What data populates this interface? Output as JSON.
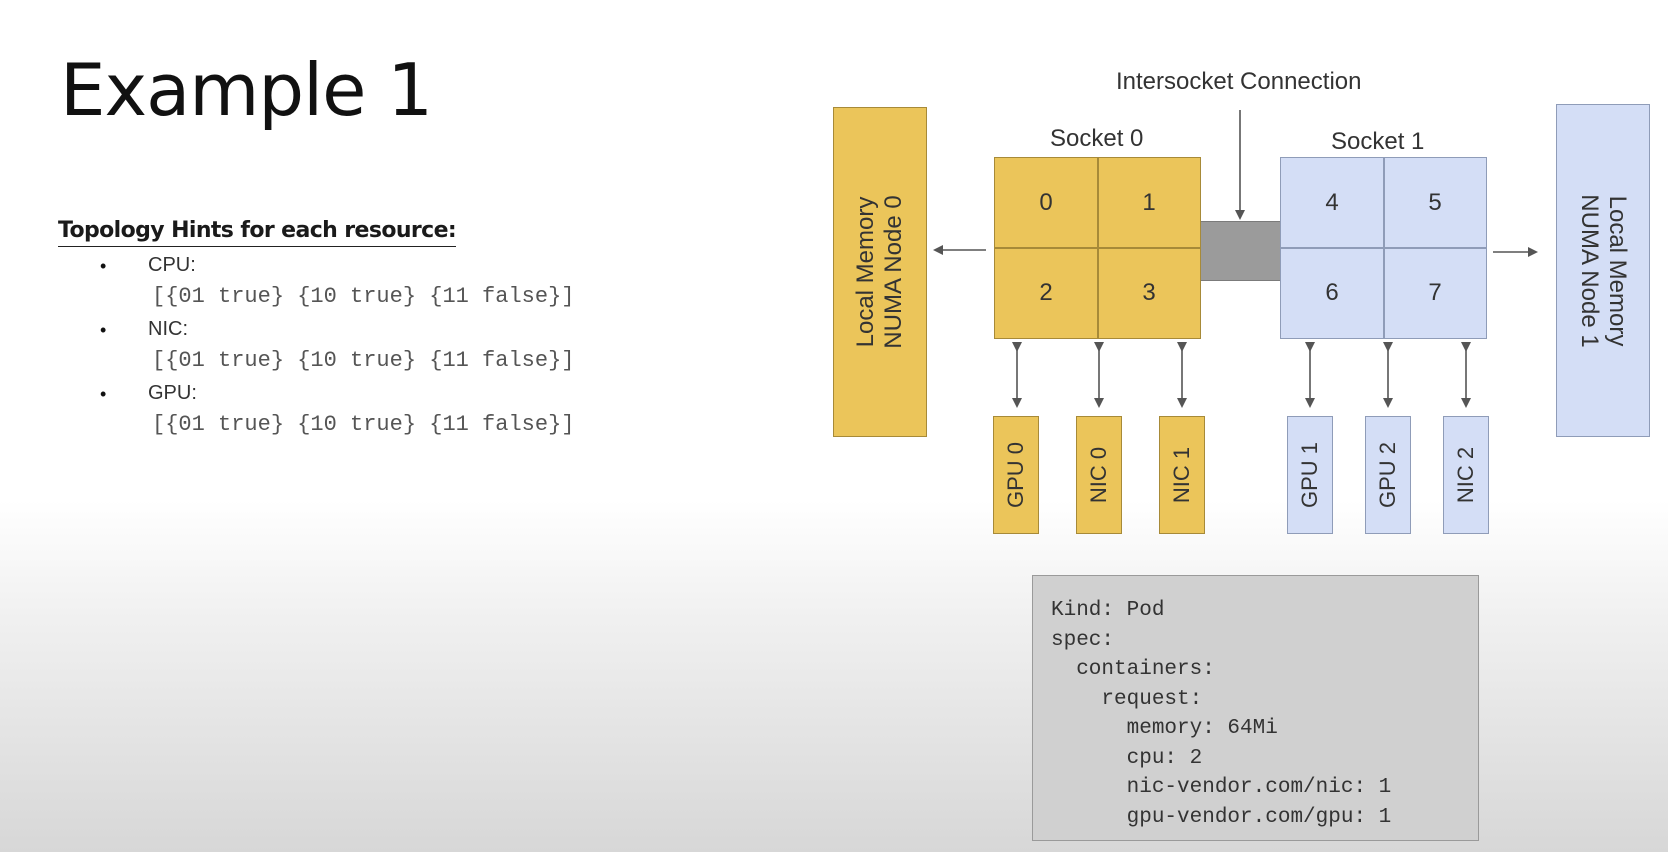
{
  "slide": {
    "title": "Example 1",
    "hints_heading": "Topology Hints for each resource:",
    "hints": [
      {
        "label": "CPU:",
        "value": "[{01 true} {10 true} {11 false}]"
      },
      {
        "label": "NIC:",
        "value": "[{01 true} {10 true} {11 false}]"
      },
      {
        "label": "GPU:",
        "value": "[{01 true} {10 true} {11 false}]"
      }
    ],
    "bullet": "•"
  },
  "diagram": {
    "intersocket_label": "Intersocket Connection",
    "socket0": {
      "label": "Socket 0",
      "cores": [
        "0",
        "1",
        "2",
        "3"
      ]
    },
    "socket1": {
      "label": "Socket 1",
      "cores": [
        "4",
        "5",
        "6",
        "7"
      ]
    },
    "memory0": {
      "line1": "Local Memory",
      "line2": "NUMA Node 0"
    },
    "memory1": {
      "line1": "Local Memory",
      "line2": "NUMA Node 1"
    },
    "devices0": [
      "GPU 0",
      "NIC 0",
      "NIC 1"
    ],
    "devices1": [
      "GPU 1",
      "GPU 2",
      "NIC 2"
    ],
    "colors": {
      "numa0": "#ebc55a",
      "numa1": "#d4def6",
      "interconnect": "#9b9b9b",
      "code_box": "#d0d0d0"
    }
  },
  "pod_spec": {
    "lines": [
      "Kind: Pod",
      "spec:",
      "  containers:",
      "    request:",
      "      memory: 64Mi",
      "      cpu: 2",
      "      nic-vendor.com/nic: 1",
      "      gpu-vendor.com/gpu: 1"
    ]
  }
}
